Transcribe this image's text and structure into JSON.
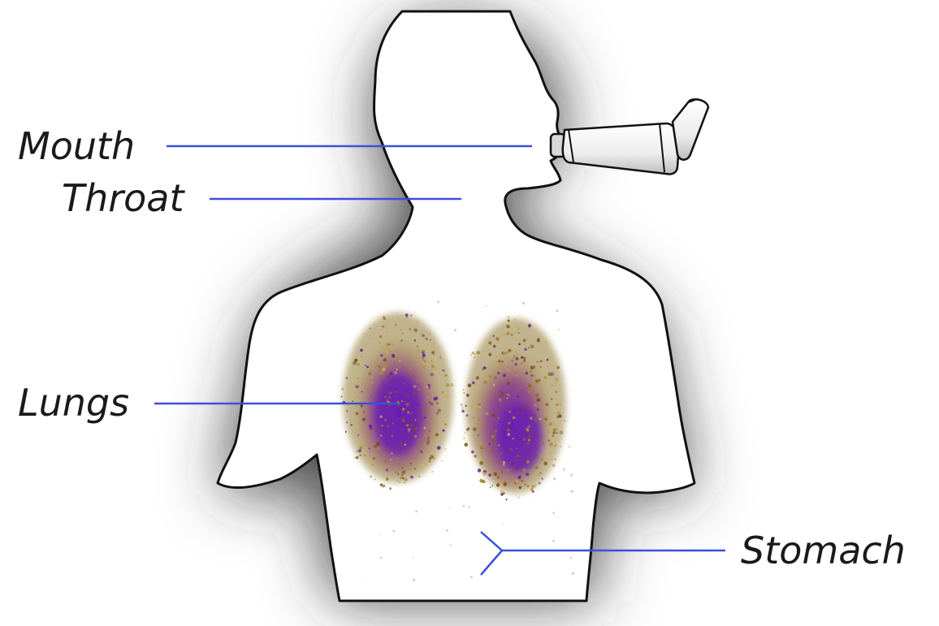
{
  "labels": {
    "mouth": "Mouth",
    "throat": "Throat",
    "lungs": "Lungs",
    "stomach": "Stomach"
  },
  "colors": {
    "leader_line": "#3b4fe0",
    "outline": "#111111",
    "shadow": "#3a3a3a",
    "deposit_outer": "#8a6a1e",
    "deposit_core": "#7a1fa8"
  }
}
